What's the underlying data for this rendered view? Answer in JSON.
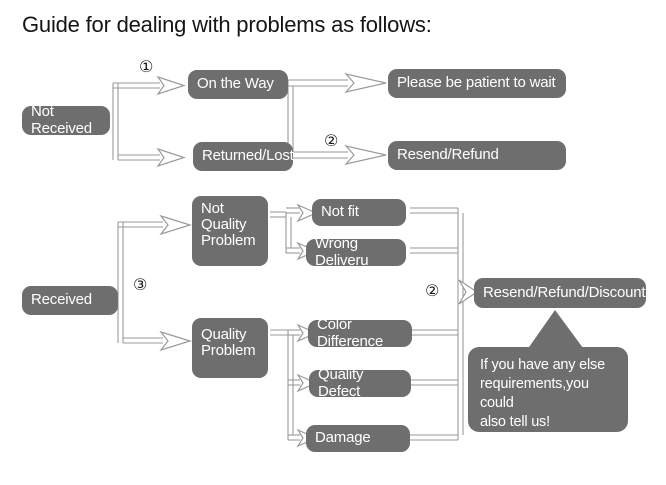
{
  "title": "Guide for dealing with problems as follows:",
  "colors": {
    "node_fill": "#6e6e6e",
    "node_text": "#ffffff",
    "wire": "#9a9a9a",
    "title_text": "#151515",
    "background": "#ffffff"
  },
  "markers": {
    "one": "①",
    "two": "②",
    "two_b": "②",
    "three": "③",
    "two_c": "②"
  },
  "flow": {
    "not_received": {
      "root": "Not Received",
      "branches": [
        {
          "label": "On the Way",
          "outcome": "Please be patient to wait"
        },
        {
          "label": "Returned/Lost",
          "outcome": "Resend/Refund"
        }
      ]
    },
    "received": {
      "root": "Received",
      "categories": [
        {
          "label_lines": [
            "Not",
            "Quality",
            "Problem"
          ],
          "label": "Not Quality Problem",
          "reasons": [
            "Not fit",
            "Wrong Deliveru"
          ]
        },
        {
          "label_lines": [
            "Quality",
            "Problem"
          ],
          "label": "Quality Problem",
          "reasons": [
            "Color Difference",
            "Quality Defect",
            "Damage"
          ]
        }
      ],
      "outcome": "Resend/Refund/Discount"
    }
  },
  "callout": {
    "lines": [
      "If you have any else",
      "requirements,you could",
      "also tell us!"
    ]
  }
}
